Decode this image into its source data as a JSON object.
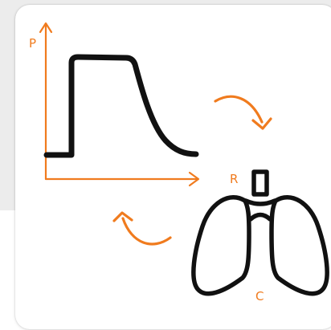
{
  "colors": {
    "accent": "#f07b1e",
    "ink": "#111111",
    "card": "#ffffff",
    "background": "#ececec"
  },
  "labels": {
    "pressure": "P",
    "resistance": "R",
    "compliance": "C"
  },
  "icons": {
    "waveform": "pressure-waveform-icon",
    "lungs": "lungs-icon",
    "arrow_forward": "curved-arrow-right-icon",
    "arrow_back": "curved-arrow-left-icon"
  }
}
